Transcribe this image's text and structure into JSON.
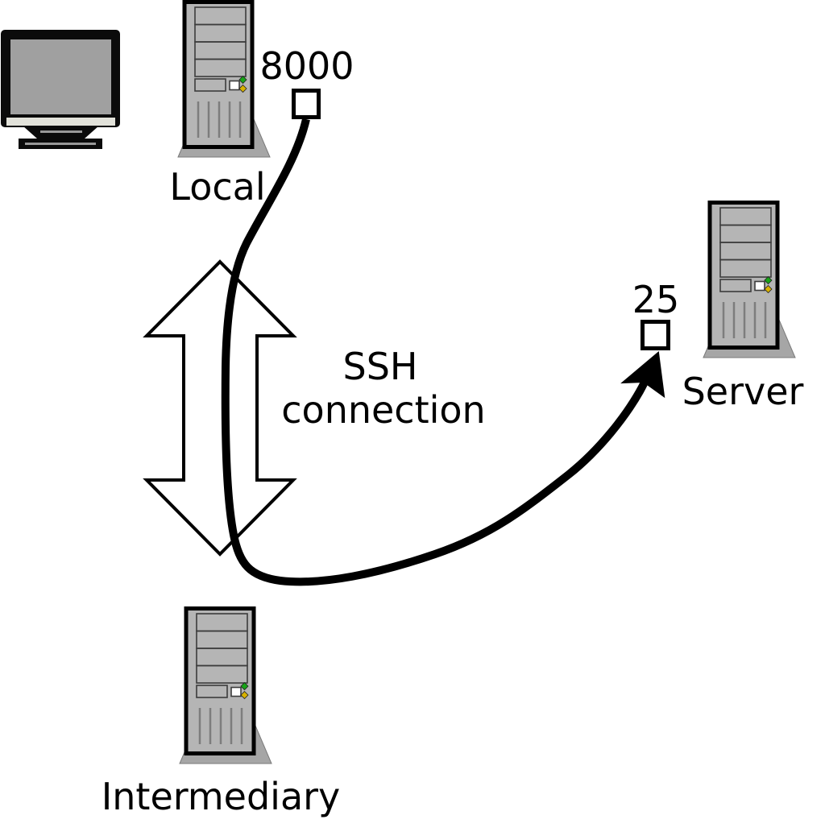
{
  "diagram": {
    "description": "SSH tunnel / port forwarding diagram",
    "nodes": {
      "local": {
        "label": "Local",
        "port_label": "8000"
      },
      "intermediary": {
        "label": "Intermediary"
      },
      "server": {
        "label": "Server",
        "port_label": "25"
      }
    },
    "connection": {
      "label_line1": "SSH",
      "label_line2": "connection"
    },
    "colors": {
      "line": "#000000",
      "arrow_fill": "#ffffff",
      "tower_body": "#b5b5b5",
      "tower_base": "#a6a6a6",
      "bay_stroke": "#3c3c3c",
      "monitor_screen": "#a0a0a0",
      "monitor_strip": "#e2e2da",
      "led_green": "#17a417",
      "led_yellow": "#d8b200"
    }
  }
}
